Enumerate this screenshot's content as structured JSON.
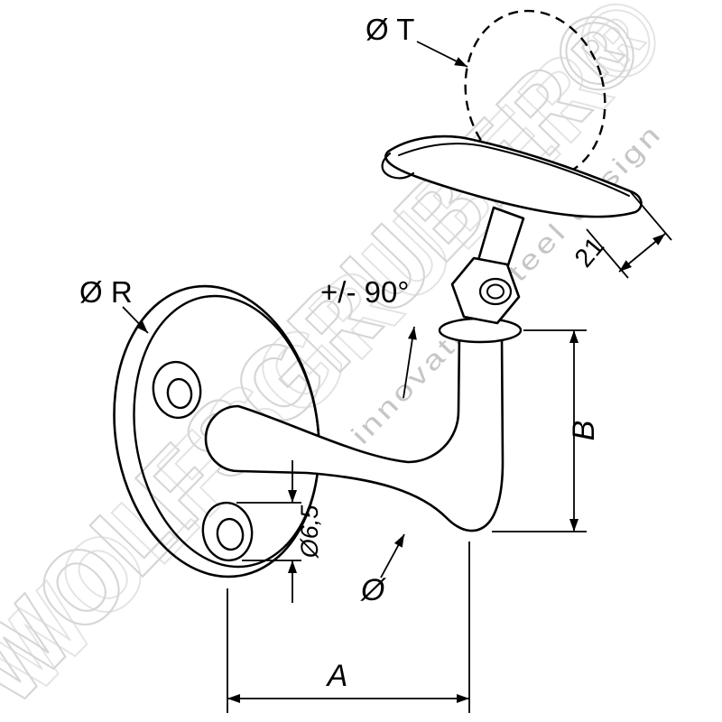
{
  "watermark": {
    "brand": "WOLFSGRUBER®",
    "tagline": "innovative steel design"
  },
  "labels": {
    "tube_diameter": "Ø T",
    "plate_diameter": "Ø R",
    "swivel_angle": "+/- 90°",
    "saddle_dim": "21",
    "height_dim": "B",
    "hole_diameter": "Ø6,5",
    "arm_diameter": "Ø",
    "projection_dim": "A"
  },
  "colors": {
    "background": "#ffffff",
    "line": "#000000",
    "watermark_outline": "#d6d6d6",
    "watermark_text": "#c6c6c6"
  }
}
